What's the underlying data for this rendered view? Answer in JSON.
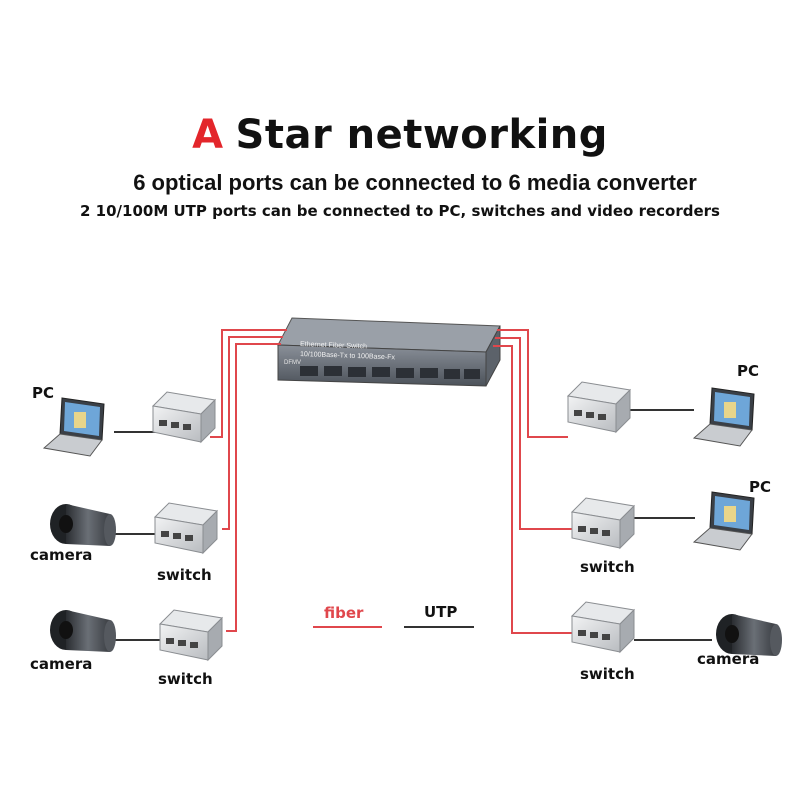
{
  "title": {
    "accent": "A",
    "text": "Star networking"
  },
  "subtitle_1": "6 optical ports can be connected to 6 media converter",
  "subtitle_2": "2 10/100M UTP ports can be connected to PC, switches and video recorders",
  "device": {
    "line1": "Ethernet Fiber Switch",
    "line2": "10/100Base-Tx to 100Base-Fx",
    "line3": "DFMV"
  },
  "labels": {
    "pc_left": "PC",
    "camera_left_1": "camera",
    "switch_left_1": "switch",
    "camera_left_2": "camera",
    "switch_left_2": "switch",
    "pc_right_1": "PC",
    "pc_right_2": "PC",
    "switch_right_1": "switch",
    "switch_right_2": "switch",
    "camera_right": "camera"
  },
  "legend": {
    "fiber": "fiber",
    "utp": "UTP"
  },
  "colors": {
    "fiber": "#e0474c",
    "utp": "#333333",
    "accent": "#e3262b"
  },
  "icons": [
    "laptop-icon",
    "camera-icon",
    "media-converter-icon",
    "fiber-switch-icon"
  ]
}
